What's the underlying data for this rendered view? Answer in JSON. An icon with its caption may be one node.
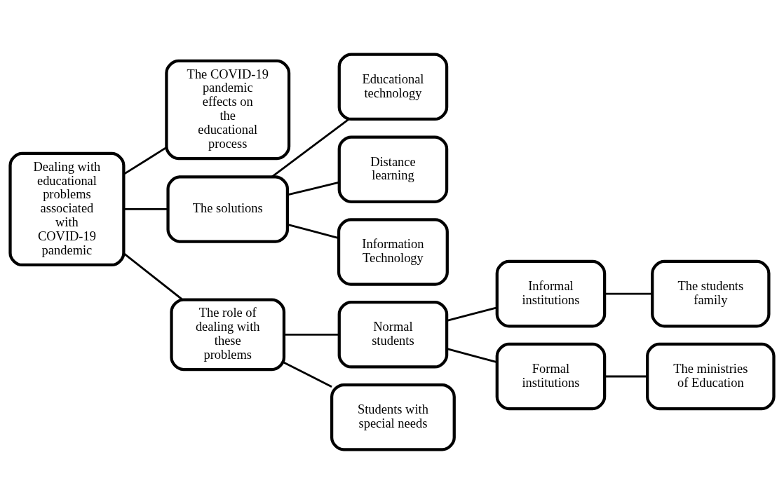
{
  "diagram": {
    "nodes": [
      {
        "text": [
          "Dealing with educational problems associated with COVID-19 pandemic"
        ]
      },
      {
        "text": [
          "The COVID-19 pandemic effects on the educational process"
        ]
      },
      {
        "text": [
          "The solutions"
        ]
      },
      {
        "text": [
          "Educational technology"
        ]
      },
      {
        "text": [
          "Distance learning"
        ]
      },
      {
        "text": [
          "Information Technology"
        ]
      },
      {
        "text": [
          "The role of dealing with these problems"
        ]
      },
      {
        "text": [
          "Normal students"
        ]
      },
      {
        "text": [
          "Students with special needs"
        ]
      },
      {
        "text": [
          "Informal institutions"
        ]
      },
      {
        "text": [
          "Formal institutions"
        ]
      },
      {
        "text": [
          "The students family"
        ]
      },
      {
        "text": [
          "The ministries of Education"
        ]
      }
    ],
    "edges": [
      {
        "from": 0,
        "to": 1,
        "arrow": "none"
      },
      {
        "from": 0,
        "to": 2,
        "arrow": "none"
      },
      {
        "from": 0,
        "to": 6,
        "arrow": "none"
      },
      {
        "from": 2,
        "to": 3,
        "arrow": "none"
      },
      {
        "from": 2,
        "to": 4,
        "arrow": "none"
      },
      {
        "from": 2,
        "to": 5,
        "arrow": "none"
      },
      {
        "from": 6,
        "to": 7,
        "arrow": "none"
      },
      {
        "from": 6,
        "to": 8,
        "arrow": "none"
      },
      {
        "from": 7,
        "to": 9,
        "arrow": "none"
      },
      {
        "from": 7,
        "to": 10,
        "arrow": "none"
      },
      {
        "from": 9,
        "to": 11,
        "arrow": "none"
      },
      {
        "from": 10,
        "to": 12,
        "arrow": "none"
      }
    ]
  }
}
